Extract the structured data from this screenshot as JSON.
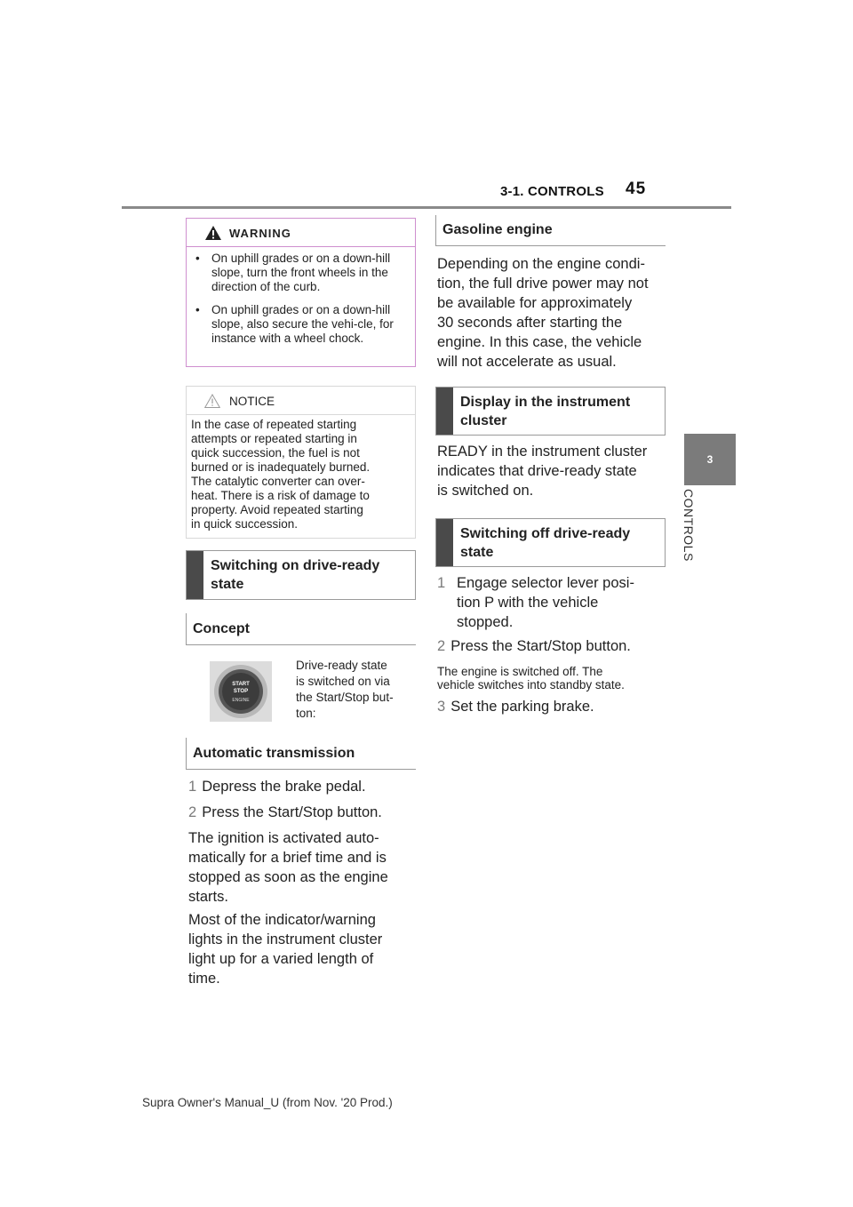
{
  "header": {
    "section": "3-1. CONTROLS",
    "page_number": "45"
  },
  "side_tab": {
    "number": "3",
    "label": "CONTROLS"
  },
  "warning": {
    "title": "WARNING",
    "items": [
      "On uphill grades or on a down-hill slope, turn the front wheels in the direction of the curb.",
      "On uphill grades or on a down-hill slope, also secure the vehi-cle, for instance with a wheel chock."
    ]
  },
  "notice": {
    "title": "NOTICE",
    "lines": [
      "In the case of repeated starting",
      "attempts or repeated starting in",
      "quick succession, the fuel is not",
      "burned or is inadequately burned.",
      "The catalytic converter can over-",
      "heat. There is a risk of damage to",
      "property. Avoid repeated starting",
      "in quick succession."
    ]
  },
  "left": {
    "heading_switching_on": [
      "Switching on drive-ready",
      "state"
    ],
    "heading_concept": "Concept",
    "button_caption": [
      "Drive-ready state",
      "is switched on via",
      "the Start/Stop but-",
      "ton:"
    ],
    "button_labels": [
      "START",
      "STOP",
      "ENGINE"
    ],
    "heading_auto": "Automatic transmission",
    "steps": [
      {
        "n": "1",
        "text": "Depress the brake pedal."
      },
      {
        "n": "2",
        "text": "Press the Start/Stop button."
      }
    ],
    "para1": [
      "The ignition is activated auto-",
      "matically for a brief time and is",
      "stopped as soon as the engine",
      "starts."
    ],
    "para2": [
      "Most of the indicator/warning",
      "lights in the instrument cluster",
      "light up for a varied length of",
      "time."
    ]
  },
  "right": {
    "heading_gasoline": "Gasoline engine",
    "para_gas": [
      "Depending on the engine condi-",
      "tion, the full drive power may not",
      "be available for approximately",
      "30 seconds after starting the",
      "engine. In this case, the vehicle",
      "will not accelerate as usual."
    ],
    "heading_display": [
      "Display in the instrument",
      "cluster"
    ],
    "para_ready": [
      "READY in the instrument cluster",
      "indicates that drive-ready state",
      "is switched on."
    ],
    "heading_switching_off": [
      "Switching off drive-ready",
      "state"
    ],
    "step1": {
      "n": "1",
      "lines": [
        "Engage selector lever posi-",
        "tion P with the vehicle",
        "stopped."
      ]
    },
    "step2": {
      "n": "2",
      "text": "Press the Start/Stop button."
    },
    "note": [
      "The engine is switched off. The",
      "vehicle switches into standby state."
    ],
    "step3": {
      "n": "3",
      "text": "Set the parking brake."
    }
  },
  "footer": "Supra Owner's Manual_U (from Nov. '20 Prod.)"
}
